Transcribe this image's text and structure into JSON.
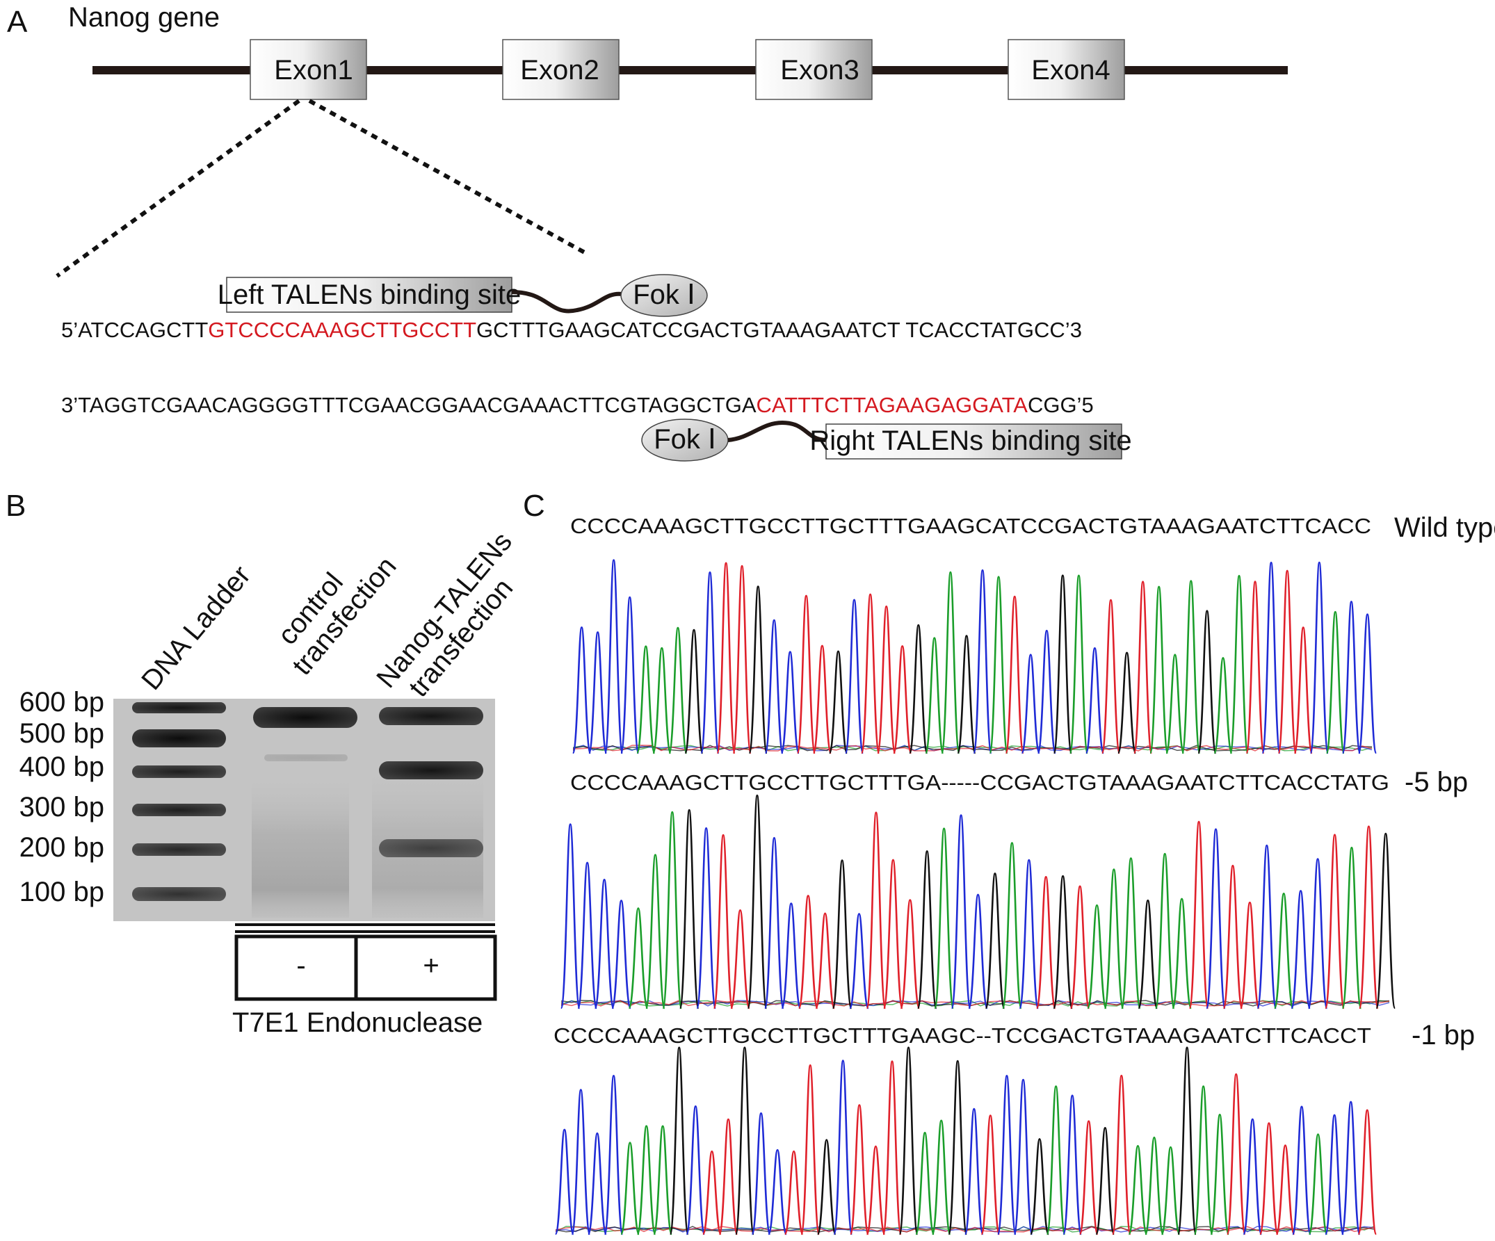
{
  "panelA": {
    "letter": "A",
    "gene_label": "Nanog gene",
    "exons": [
      "Exon1",
      "Exon2",
      "Exon3",
      "Exon4"
    ],
    "left_talen_label": "Left TALENs binding site",
    "right_talen_label": "Right TALENs binding site",
    "fok_label": "Fok Ⅰ",
    "seq_top": {
      "prefix": "5’ATCCAGCTT",
      "red": "GTCCCCAAAGCTTGCCTT",
      "suffix": "GCTTTGAAGCATCCGACTGTAAAGAATCT TCACCTATGCC’3"
    },
    "seq_bottom": {
      "prefix": "3’TAGGTCGAACAGGGGTTTCGAACGGAACGAAACTTCGTAGGCTGA",
      "red": "CATTTCTTAGAAGAGGATA",
      "suffix": "CGG’5"
    },
    "colors": {
      "red_seq": "#d41920",
      "gene_line": "#231815"
    }
  },
  "panelB": {
    "letter": "B",
    "lane_labels": [
      "DNA Ladder",
      "control transfection",
      "Nanog-TALENs transfection"
    ],
    "ladder": [
      "600 bp",
      "500 bp",
      "400 bp",
      "300 bp",
      "200 bp",
      "100 bp"
    ],
    "table_cells": [
      "-",
      "+"
    ],
    "enzyme_label": "T7E1 Endonuclease"
  },
  "panelC": {
    "letter": "C",
    "traces": [
      {
        "seq": "CCCCAAAGCTTGCCTTGCTTTGAAGCATCCGACTGTAAAGAATCTTCACC",
        "label": "Wild type"
      },
      {
        "seq": "CCCCAAAGCTTGCCTTGCTTTGA-----CCGACTGTAAAGAATCTTCACCTATG",
        "label": "-5 bp"
      },
      {
        "seq": "CCCCAAAGCTTGCCTTGCTTTGAAGC--TCCGACTGTAAAGAATCTTCACCT",
        "label": "-1 bp"
      }
    ],
    "base_colors": {
      "A": "#1a9e2a",
      "C": "#1f2bd6",
      "G": "#111111",
      "T": "#e0202a"
    }
  }
}
